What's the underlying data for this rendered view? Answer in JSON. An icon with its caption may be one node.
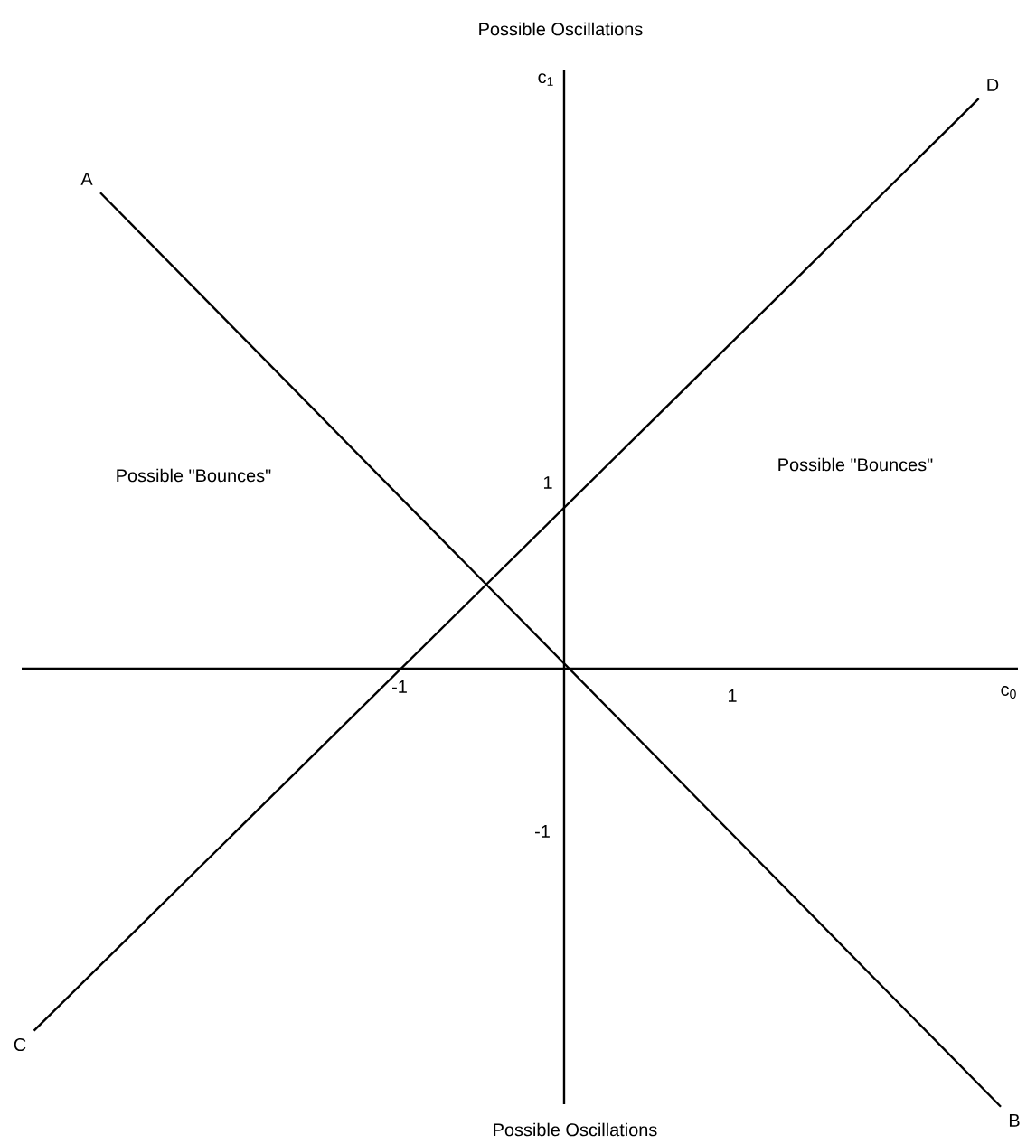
{
  "diagram": {
    "nodes": [
      {
        "text": [
          "A"
        ]
      },
      {
        "text": [
          "B"
        ]
      },
      {
        "text": [
          "C"
        ]
      },
      {
        "text": [
          "D"
        ]
      }
    ],
    "edges": [
      {
        "from": 0,
        "to": 1,
        "arrow": "none"
      },
      {
        "from": 2,
        "to": 3,
        "arrow": "none"
      }
    ],
    "labels": [
      "Possible Oscillations",
      "c$_{1}$",
      "Possible \"Bounces\"",
      "1",
      "Possible \"Bounces\"",
      "-1",
      "1",
      "c$_{0}$",
      "-1",
      "Possible Oscillations"
    ]
  }
}
